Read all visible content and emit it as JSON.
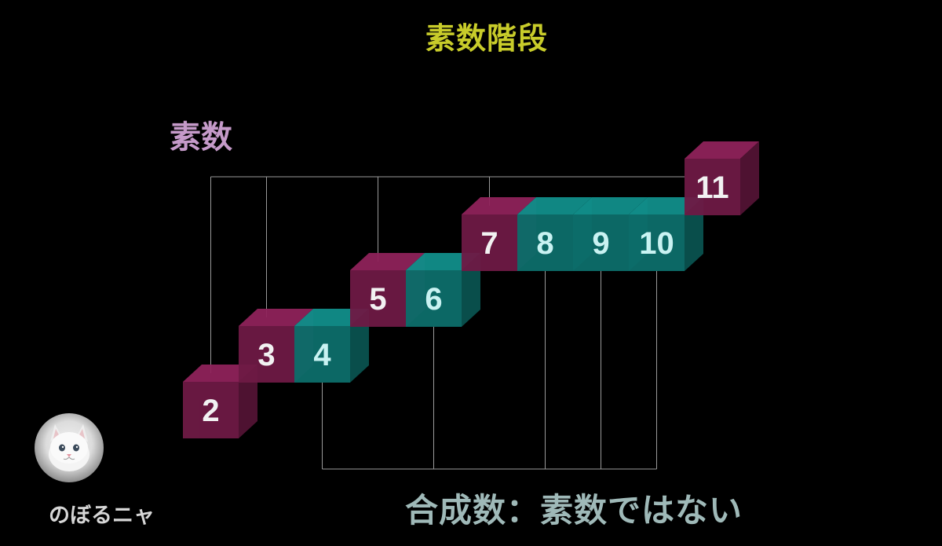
{
  "title": "素数階段",
  "prime_label": "素数",
  "composite_label": "合成数：素数ではない",
  "author": "のぼるニャ",
  "avatar_icon": "white-kitten-icon",
  "colors": {
    "prime_front": "#6e1a45",
    "composite_front": "#0d6e6b",
    "prime_text": "#ffffff",
    "composite_text": "#d4ffff",
    "title": "#c8cc2a",
    "prime_label": "#c59ac9",
    "composite_label": "#9fb9b8",
    "connector": "#9a9a9a"
  },
  "cubes": [
    {
      "label": "2",
      "type": "prime"
    },
    {
      "label": "3",
      "type": "prime"
    },
    {
      "label": "4",
      "type": "composite"
    },
    {
      "label": "5",
      "type": "prime"
    },
    {
      "label": "6",
      "type": "composite"
    },
    {
      "label": "7",
      "type": "prime"
    },
    {
      "label": "8",
      "type": "composite"
    },
    {
      "label": "9",
      "type": "composite"
    },
    {
      "label": "10",
      "type": "composite"
    },
    {
      "label": "11",
      "type": "prime"
    }
  ]
}
